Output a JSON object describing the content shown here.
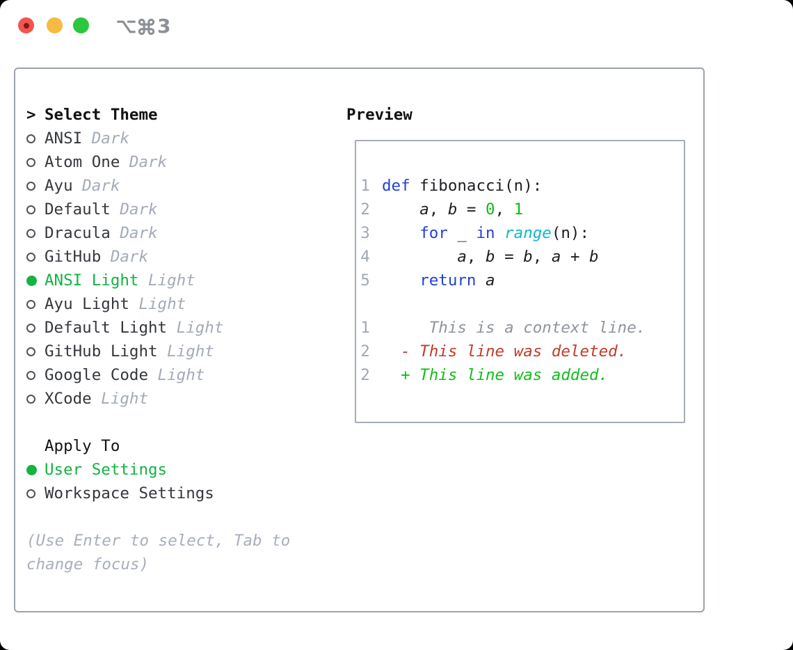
{
  "window": {
    "title": "⌥⌘3",
    "title_digit": "3"
  },
  "traffic_lights": [
    {
      "name": "close",
      "color": "#f1564f",
      "inner_dot": "#7c1a12"
    },
    {
      "name": "minimize",
      "color": "#f6bb40"
    },
    {
      "name": "zoom",
      "color": "#2cc63f"
    }
  ],
  "theme_panel": {
    "header": {
      "prompt": ">",
      "label": "Select Theme"
    },
    "themes": [
      {
        "name": "ANSI",
        "variant": "Dark",
        "selected": false
      },
      {
        "name": "Atom One",
        "variant": "Dark",
        "selected": false
      },
      {
        "name": "Ayu",
        "variant": "Dark",
        "selected": false
      },
      {
        "name": "Default",
        "variant": "Dark",
        "selected": false
      },
      {
        "name": "Dracula",
        "variant": "Dark",
        "selected": false
      },
      {
        "name": "GitHub",
        "variant": "Dark",
        "selected": false
      },
      {
        "name": "ANSI Light",
        "variant": "Light",
        "selected": true
      },
      {
        "name": "Ayu Light",
        "variant": "Light",
        "selected": false
      },
      {
        "name": "Default Light",
        "variant": "Light",
        "selected": false
      },
      {
        "name": "GitHub Light",
        "variant": "Light",
        "selected": false
      },
      {
        "name": "Google Code",
        "variant": "Light",
        "selected": false
      },
      {
        "name": "XCode",
        "variant": "Light",
        "selected": false
      }
    ],
    "apply_to": {
      "label": "Apply To",
      "options": [
        {
          "name": "User Settings",
          "selected": true
        },
        {
          "name": "Workspace Settings",
          "selected": false
        }
      ]
    },
    "help_line1": "(Use Enter to select, Tab to",
    "help_line2": "change focus)"
  },
  "preview": {
    "label": "Preview",
    "code_lines": [
      {
        "num": "1",
        "segments": [
          {
            "t": "def",
            "s": "kw"
          },
          {
            "t": " fibonacci(n):",
            "s": "fg"
          }
        ]
      },
      {
        "num": "2",
        "segments": [
          {
            "t": "    ",
            "s": "fg"
          },
          {
            "t": "a",
            "s": "var"
          },
          {
            "t": ", ",
            "s": "fg"
          },
          {
            "t": "b",
            "s": "var"
          },
          {
            "t": " = ",
            "s": "fg"
          },
          {
            "t": "0",
            "s": "num"
          },
          {
            "t": ", ",
            "s": "fg"
          },
          {
            "t": "1",
            "s": "num"
          }
        ]
      },
      {
        "num": "3",
        "segments": [
          {
            "t": "    ",
            "s": "fg"
          },
          {
            "t": "for",
            "s": "kw"
          },
          {
            "t": " _ ",
            "s": "fg"
          },
          {
            "t": "in",
            "s": "kw"
          },
          {
            "t": " ",
            "s": "fg"
          },
          {
            "t": "range",
            "s": "bi"
          },
          {
            "t": "(n):",
            "s": "fg"
          }
        ]
      },
      {
        "num": "4",
        "segments": [
          {
            "t": "        ",
            "s": "fg"
          },
          {
            "t": "a",
            "s": "var"
          },
          {
            "t": ", ",
            "s": "fg"
          },
          {
            "t": "b",
            "s": "var"
          },
          {
            "t": " = ",
            "s": "fg"
          },
          {
            "t": "b",
            "s": "var"
          },
          {
            "t": ", ",
            "s": "fg"
          },
          {
            "t": "a",
            "s": "var"
          },
          {
            "t": " + ",
            "s": "fg"
          },
          {
            "t": "b",
            "s": "var"
          }
        ]
      },
      {
        "num": "5",
        "segments": [
          {
            "t": "    ",
            "s": "fg"
          },
          {
            "t": "return",
            "s": "kw"
          },
          {
            "t": " ",
            "s": "fg"
          },
          {
            "t": "a",
            "s": "var"
          }
        ]
      }
    ],
    "diff_lines": [
      {
        "num": "1",
        "segments": [
          {
            "t": "     This is a context line.",
            "s": "ctx"
          }
        ]
      },
      {
        "num": "2",
        "segments": [
          {
            "t": "  ",
            "s": "fg"
          },
          {
            "t": "- This line was deleted.",
            "s": "del"
          }
        ]
      },
      {
        "num": "2",
        "segments": [
          {
            "t": "  ",
            "s": "fg"
          },
          {
            "t": "+ This line was added.",
            "s": "add"
          }
        ]
      }
    ]
  },
  "palette": {
    "accent_green": "#13b341",
    "keyword_blue": "#2141d6",
    "builtin_cyan": "#10b8c6",
    "number_green": "#0fbc16",
    "deleted_red": "#c23b26",
    "added_green": "#12bd1e",
    "context_gray": "#8f959d",
    "lineno_gray": "#9fa8b4",
    "text_dark": "#34373d",
    "text_code": "#1c1e22",
    "variant_gray": "#a3abb8",
    "help_gray": "#a7afbb",
    "header_black": "#101214",
    "panel_border": "#9aa2ae",
    "preview_border": "#a6acb4",
    "radio_stroke": "#4e5257",
    "titlebar_gray": "#8b9096"
  }
}
